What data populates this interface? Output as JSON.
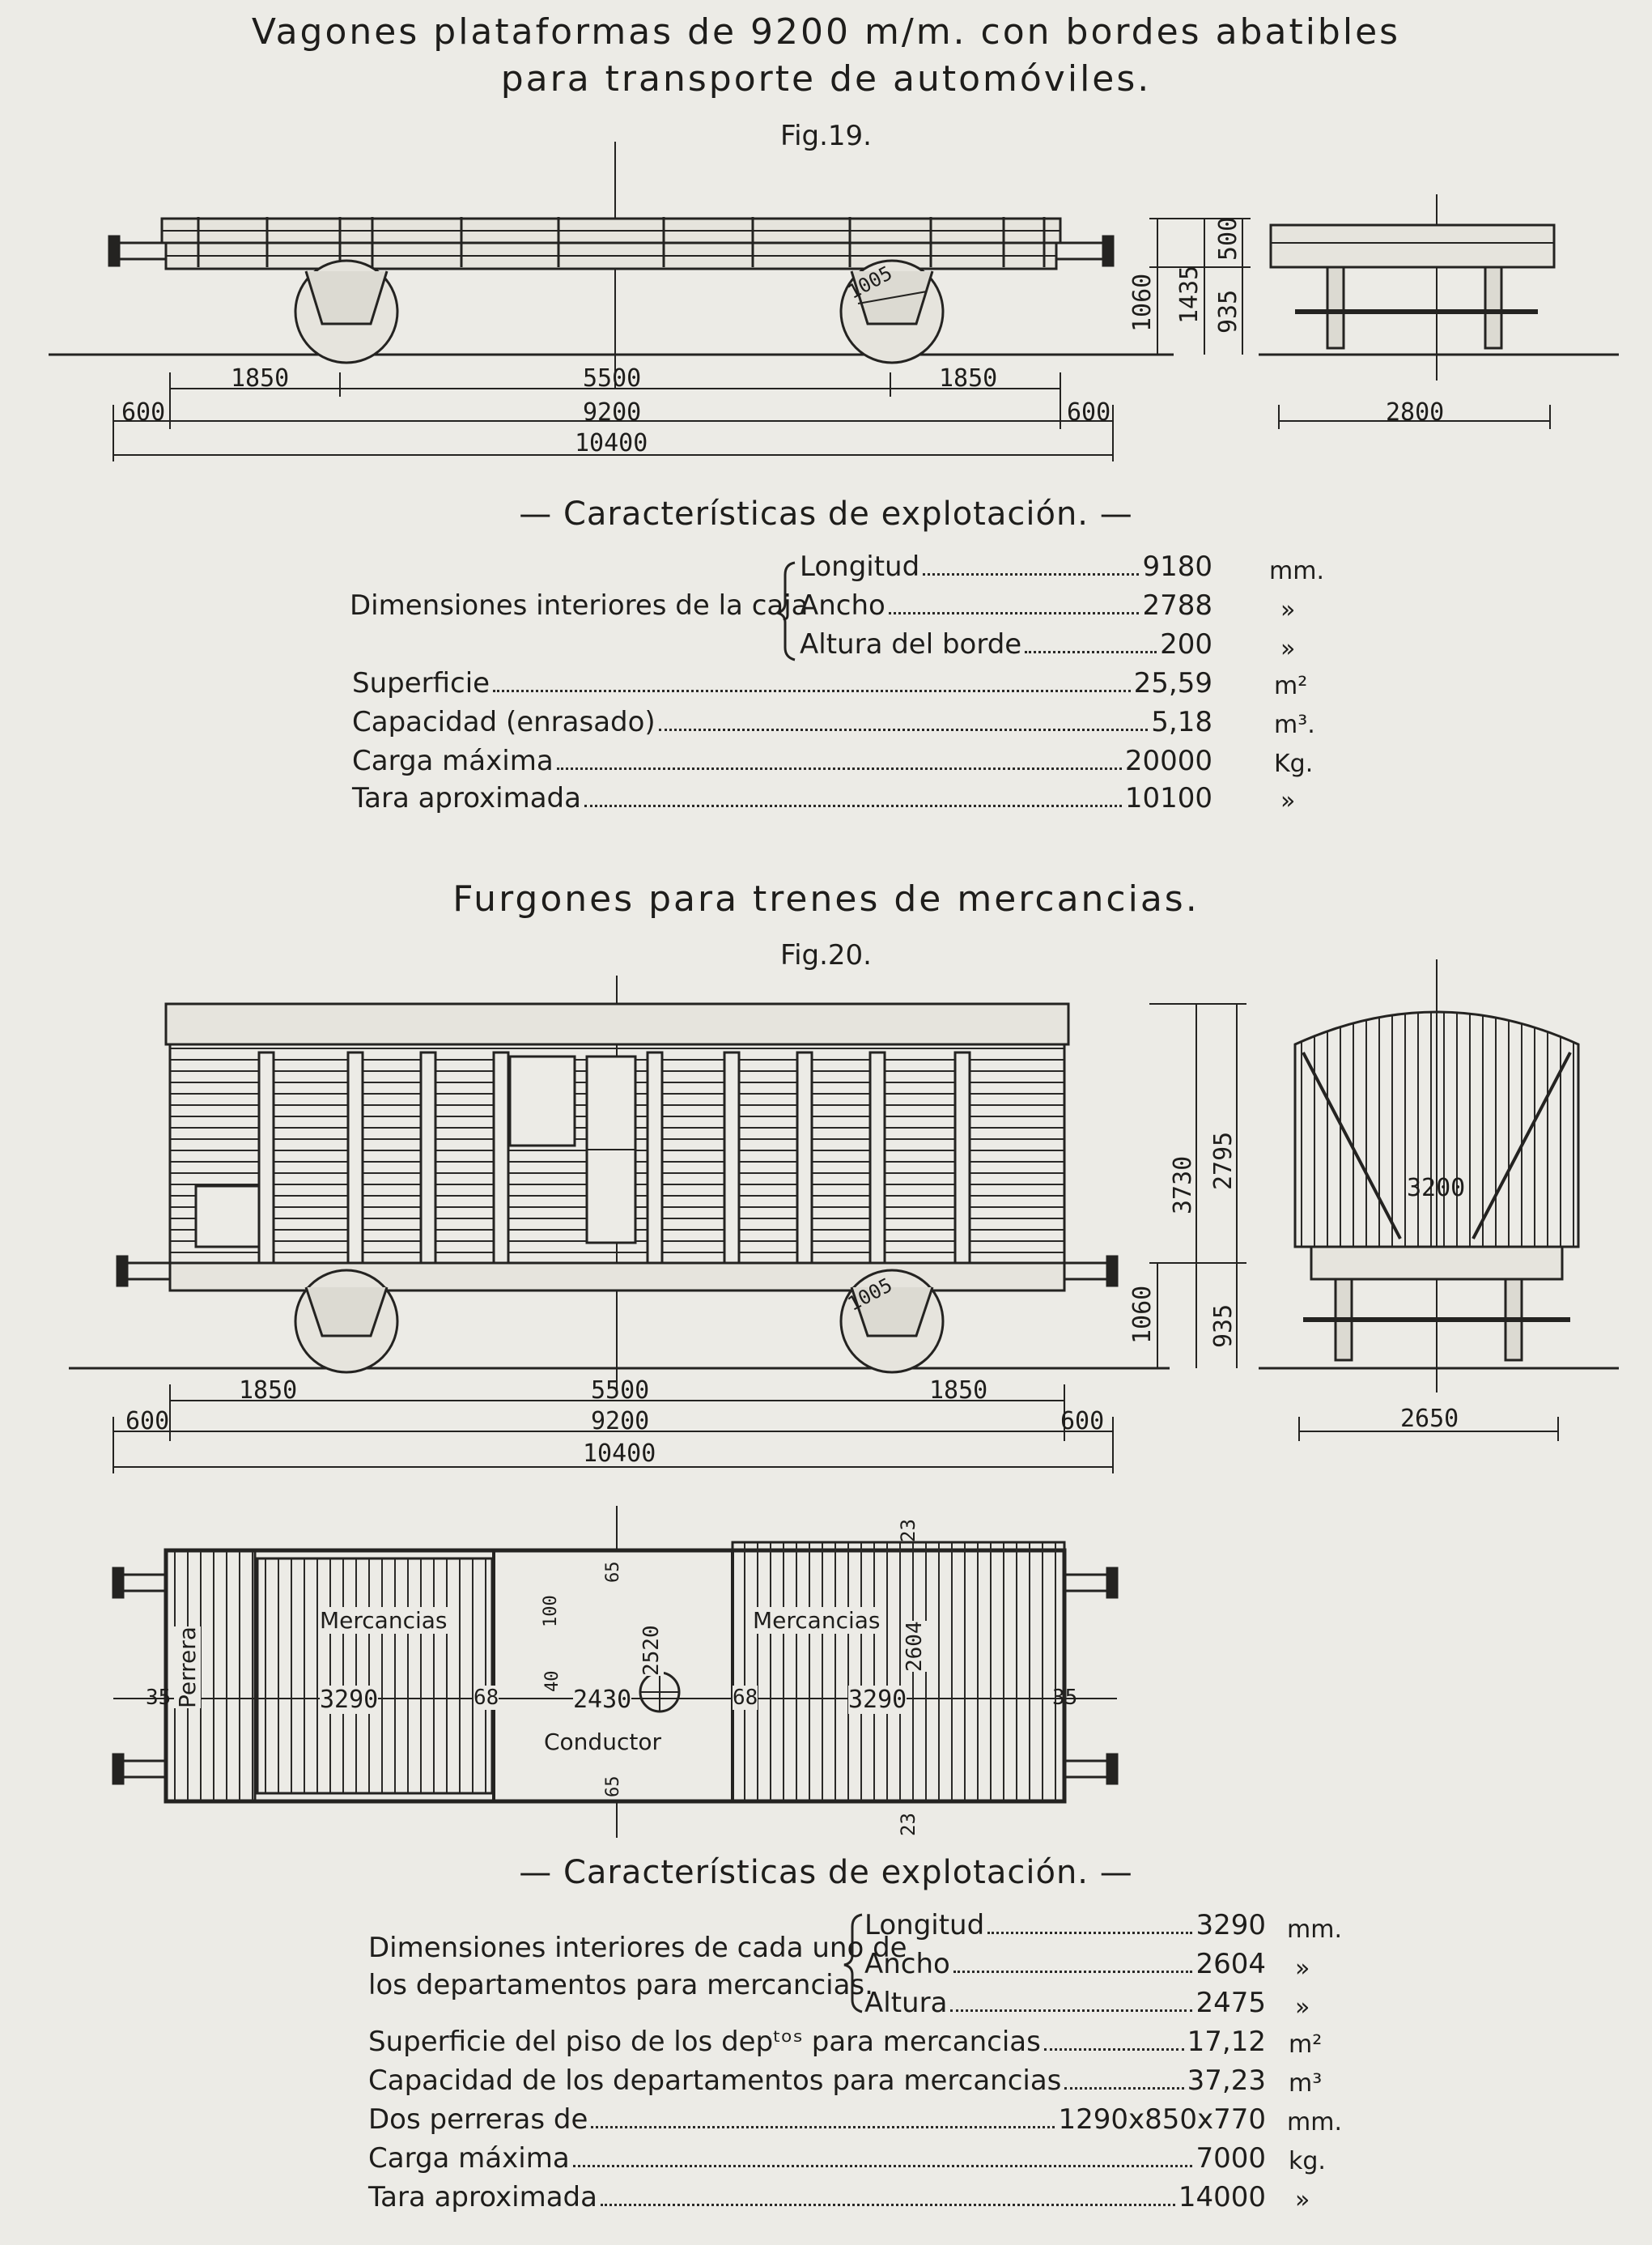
{
  "fig19": {
    "title_line1": "Vagones plataformas de 9200 m/m. con bordes abatibles",
    "title_line2": "para transporte de automóviles.",
    "fig_label": "Fig.19.",
    "dims": {
      "wheelbase_end_a": "1850",
      "center": "5500",
      "wheelbase_end_b": "1850",
      "overhang_left": "600",
      "body": "9200",
      "overhang_right": "600",
      "overall": "10400",
      "width": "2800",
      "h_total": "1435",
      "h_floor": "1060",
      "h_border": "500",
      "h_lower": "935",
      "wheel": "1005"
    },
    "section_title": "— Características de explotación. —",
    "interior_label": "Dimensiones interiores de la caja",
    "interior": [
      {
        "label": "Longitud",
        "value": "9180",
        "unit": "mm."
      },
      {
        "label": "Ancho",
        "value": "2788",
        "unit": "»"
      },
      {
        "label": "Altura del borde",
        "value": "200",
        "unit": "»"
      }
    ],
    "specs": [
      {
        "label": "Superficie",
        "value": "25,59",
        "unit": "m²"
      },
      {
        "label": "Capacidad (enrasado)",
        "value": "5,18",
        "unit": "m³."
      },
      {
        "label": "Carga máxima",
        "value": "20000",
        "unit": "Kg."
      },
      {
        "label": "Tara aproximada",
        "value": "10100",
        "unit": "»"
      }
    ]
  },
  "fig20": {
    "title": "Furgones para trenes de mercancias.",
    "fig_label": "Fig.20.",
    "dims": {
      "wheelbase_end_a": "1850",
      "center": "5500",
      "wheelbase_end_b": "1850",
      "overhang_left": "600",
      "body": "9200",
      "overhang_right": "600",
      "overall": "10400",
      "width": "2650",
      "inner_width": "3200",
      "h_total": "3730",
      "h_body": "2795",
      "h_floor": "1060",
      "h_lower": "935",
      "wheel": "1005"
    },
    "plan": {
      "merc_left": "Mercancias",
      "merc_right": "Mercancias",
      "perrera": "Perrera",
      "conductor": "Conductor",
      "len_left": "3290",
      "len_right": "3290",
      "center_len": "2430",
      "w_2520": "2520",
      "w_2604": "2604",
      "d_35_left": "35",
      "d_35_right": "35",
      "d_68_left": "68",
      "d_68_right": "68",
      "d_23_top": "23",
      "d_23_bottom": "23",
      "d_65_top": "65",
      "d_65_bottom": "65",
      "d_40": "40",
      "d_100": "100"
    },
    "section_title": "— Características de explotación. —",
    "interior_label_1": "Dimensiones interiores de cada uno de",
    "interior_label_2": "los departamentos para mercancias.",
    "interior": [
      {
        "label": "Longitud",
        "value": "3290",
        "unit": "mm."
      },
      {
        "label": "Ancho",
        "value": "2604",
        "unit": "»"
      },
      {
        "label": "Altura",
        "value": "2475",
        "unit": "»"
      }
    ],
    "specs": [
      {
        "label": "Superficie del piso de los depᵗᵒˢ para mercancias",
        "value": "17,12",
        "unit": "m²"
      },
      {
        "label": "Capacidad de los departamentos para mercancias",
        "value": "37,23",
        "unit": "m³"
      },
      {
        "label": "Dos perreras de",
        "value": "1290x850x770",
        "unit": "mm."
      },
      {
        "label": "Carga máxima",
        "value": "7000",
        "unit": "kg."
      },
      {
        "label": "Tara aproximada",
        "value": "14000",
        "unit": "»"
      }
    ]
  }
}
